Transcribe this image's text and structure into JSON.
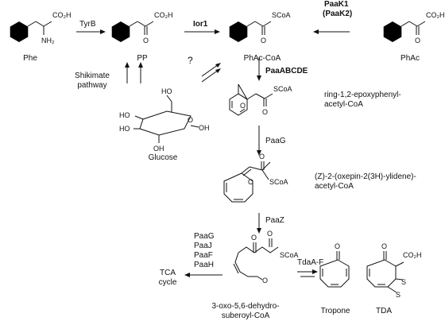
{
  "compounds": {
    "phe": "Phe",
    "pp": "PP",
    "phac_coa": "PhAc-CoA",
    "phac": "PhAc",
    "glucose": "Glucose",
    "epoxy": [
      "ring-1,2-epoxyphenyl-",
      "acetyl-CoA"
    ],
    "oxepin": [
      "(Z)-2-(oxepin-2(3H)-ylidene)-",
      "acetyl-CoA"
    ],
    "oxo": [
      "3-oxo-5,6-dehydro-",
      "suberoyl-CoA"
    ],
    "tca": [
      "TCA",
      "cycle"
    ],
    "tropone": "Tropone",
    "tda": "TDA"
  },
  "enzymes": {
    "tyrb": "TyrB",
    "ior1": "Ior1",
    "paak1": "PaaK1",
    "paak2": "(PaaK2)",
    "paaabcde": "PaaABCDE",
    "paag": "PaaG",
    "paaz": "PaaZ",
    "tdaaf": "TdaA-F",
    "beta_ox": [
      "PaaG",
      "PaaJ",
      "PaaF",
      "PaaH"
    ]
  },
  "pathway": {
    "shikimate": [
      "Shikimate",
      "pathway"
    ],
    "unknown": "?"
  },
  "atoms": {
    "co2h": "CO₂H",
    "nh2": "NH₂",
    "scoa": "SCoA",
    "o": "O",
    "s": "S",
    "ho": "HO",
    "oh": "OH"
  }
}
